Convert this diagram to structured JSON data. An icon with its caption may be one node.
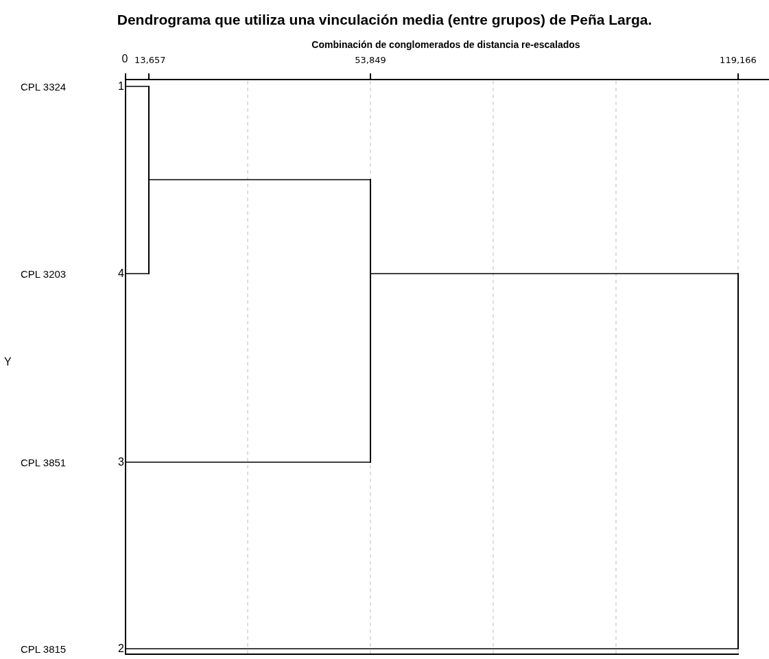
{
  "diagram": {
    "title": "Dendrograma que utiliza una vinculación media (entre grupos) de Peña Larga.",
    "nodes": [
      {
        "text": [
          "CPL 3324"
        ],
        "beside": [
          "1"
        ]
      },
      {
        "text": [
          "CPL 3203"
        ],
        "beside": [
          "4"
        ]
      },
      {
        "text": [
          "CPL 3851"
        ],
        "beside": [
          "3"
        ]
      },
      {
        "text": [
          "CPL 3815"
        ],
        "beside": [
          "2"
        ]
      },
      {
        "text": [],
        "shape": "bar"
      },
      {
        "text": [],
        "shape": "bar"
      },
      {
        "text": [],
        "shape": "bar"
      }
    ],
    "edges": [
      {
        "from": 0,
        "to": 4,
        "arrow": "none"
      },
      {
        "from": 1,
        "to": 4,
        "arrow": "none"
      },
      {
        "from": 4,
        "to": 5,
        "arrow": "none"
      },
      {
        "from": 2,
        "to": 5,
        "arrow": "none"
      },
      {
        "from": 5,
        "to": 6,
        "arrow": "none"
      },
      {
        "from": 3,
        "to": 6,
        "arrow": "none"
      }
    ],
    "labels": [
      "Combinación de conglomerados de distancia re-escalados",
      "0",
      "13,657",
      "53,849",
      "119,166",
      "Y"
    ]
  }
}
